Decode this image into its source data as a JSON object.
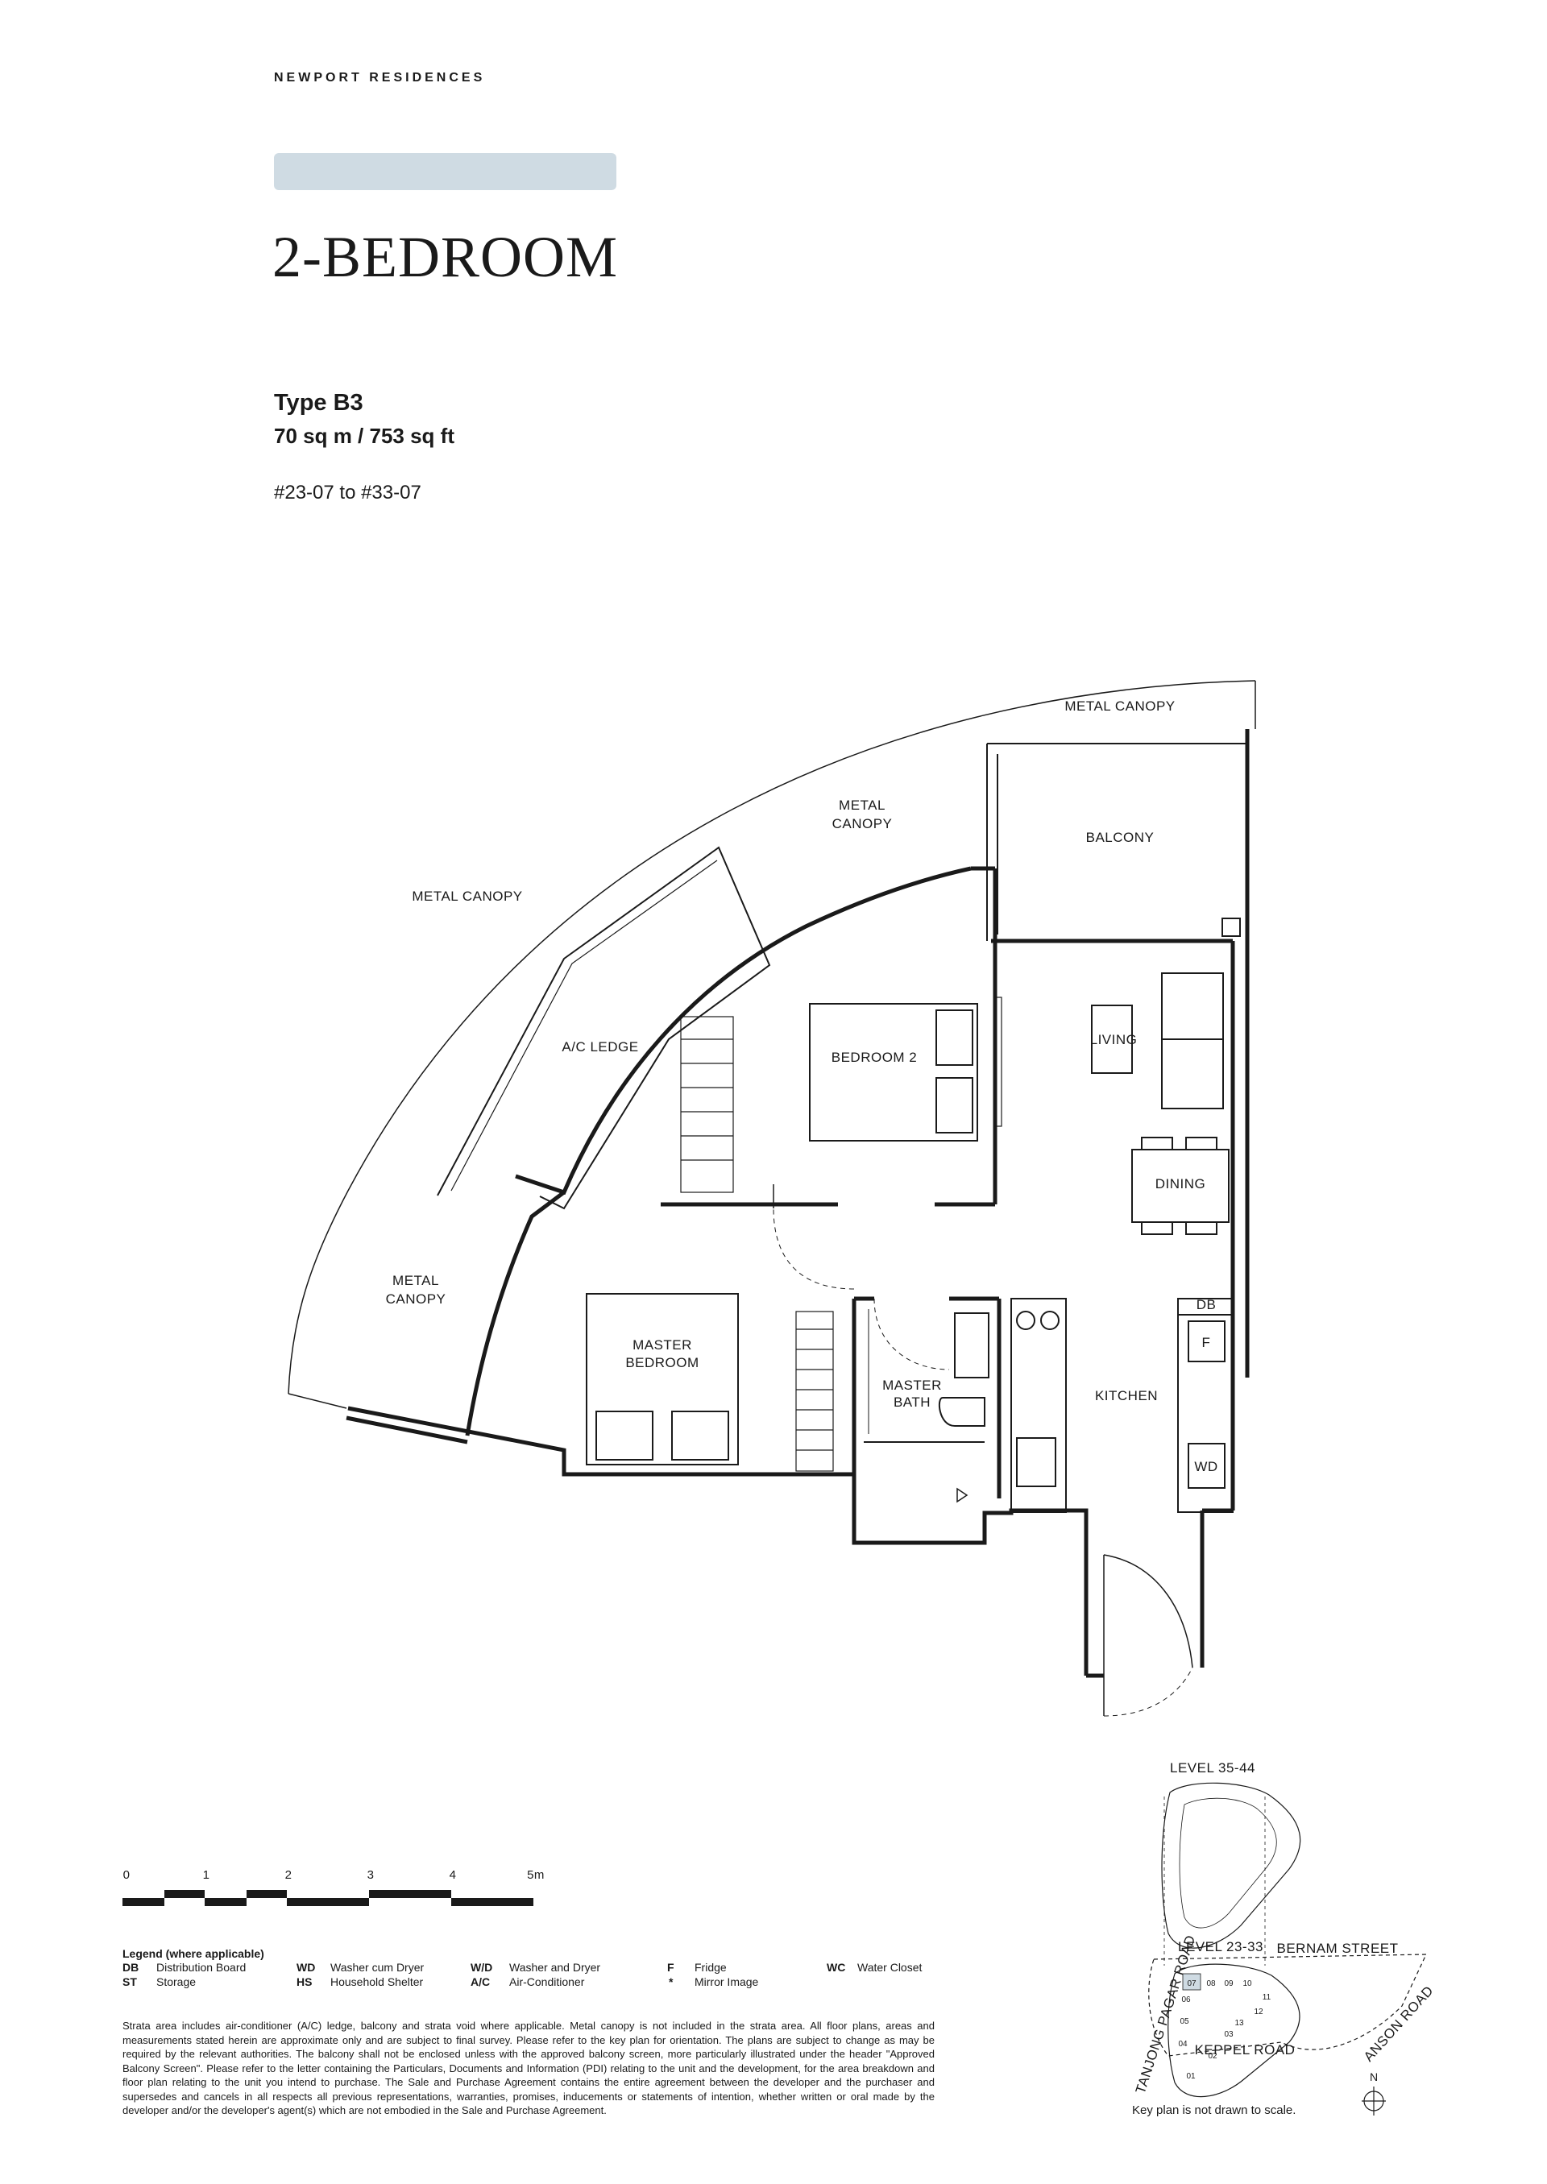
{
  "header": {
    "brand": "NEWPORT RESIDENCES",
    "category": "2-BEDROOM"
  },
  "unit": {
    "type": "Type B3",
    "area": "70 sq m / 753 sq ft",
    "units_range": "#23-07 to #33-07"
  },
  "floorplan": {
    "labels": {
      "metal_canopy_top": "METAL CANOPY",
      "metal_canopy_mid_1": "METAL",
      "metal_canopy_mid_2": "CANOPY",
      "metal_canopy_left": "METAL CANOPY",
      "metal_canopy_bottom_1": "METAL",
      "metal_canopy_bottom_2": "CANOPY",
      "balcony": "BALCONY",
      "ac_ledge": "A/C LEDGE",
      "bedroom2": "BEDROOM 2",
      "living": "LIVING",
      "dining": "DINING",
      "master_bedroom_1": "MASTER",
      "master_bedroom_2": "BEDROOM",
      "master_bath_1": "MASTER",
      "master_bath_2": "BATH",
      "kitchen": "KITCHEN",
      "db": "DB",
      "fridge": "F",
      "wd": "WD"
    }
  },
  "scale_bar": {
    "ticks": [
      "0",
      "1",
      "2",
      "3",
      "4",
      "5m"
    ]
  },
  "legend": {
    "title": "Legend (where applicable)",
    "items": [
      {
        "code": "DB",
        "label": "Distribution Board"
      },
      {
        "code": "ST",
        "label": "Storage"
      },
      {
        "code": "WD",
        "label": "Washer cum Dryer"
      },
      {
        "code": "HS",
        "label": "Household Shelter"
      },
      {
        "code": "W/D",
        "label": "Washer and Dryer"
      },
      {
        "code": "A/C",
        "label": "Air-Conditioner"
      },
      {
        "code": "F",
        "label": "Fridge"
      },
      {
        "code": "*",
        "label": "Mirror Image"
      },
      {
        "code": "WC",
        "label": "Water Closet"
      }
    ]
  },
  "disclaimer": "Strata area includes air-conditioner (A/C) ledge, balcony and strata void where applicable. Metal canopy is not included in the strata area. All floor plans, areas and measurements stated herein are approximate only and are subject to final survey. Please refer to the key plan for orientation. The plans are subject to change as may be required by the relevant authorities. The balcony shall not be enclosed unless with the approved balcony screen, more particularly illustrated under the header \"Approved Balcony Screen\". Please refer to the letter containing the Particulars, Documents and Information (PDI) relating to the unit and the development, for the area breakdown and floor plan relating to the unit you intend to purchase. The Sale and Purchase Agreement contains the entire agreement between the developer and the purchaser and supersedes and cancels in all respects all previous representations, warranties, promises, inducements or statements of intention, whether written or oral made by the developer and/or the developer's agent(s) which are not embodied in the Sale and Purchase Agreement.",
  "keyplan": {
    "upper_level": "LEVEL 35-44",
    "lower_level": "LEVEL 23-33",
    "roads": {
      "bernam": "BERNAM STREET",
      "tanjong": "TANJONG PAGAR ROAD",
      "anson": "ANSON ROAD",
      "keppel": "KEPPEL ROAD"
    },
    "units": [
      "01",
      "02",
      "03",
      "04",
      "05",
      "06",
      "07",
      "08",
      "09",
      "10",
      "11",
      "12",
      "13"
    ],
    "highlight_unit": "07",
    "highlight_color": "#cfdbe3",
    "north": "N",
    "note": "Key plan is not drawn to scale."
  }
}
